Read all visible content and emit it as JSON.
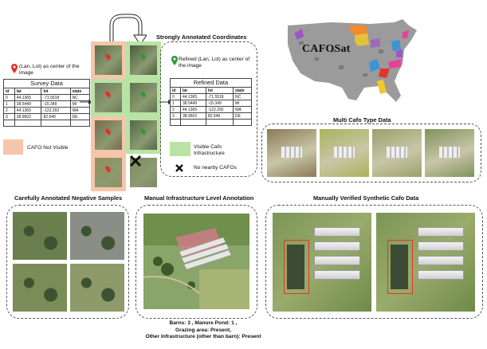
{
  "top_left": {
    "pin_label_left": "(Lan, Lot) as center of the image",
    "survey_title": "Survey Data",
    "refined_title": "Refined Data",
    "columns": [
      "id",
      "lat",
      "lot",
      "state"
    ],
    "survey_rows": [
      [
        "0",
        "44.1365",
        "-71.5518",
        "NC"
      ],
      [
        "1",
        "38.5449",
        "-15.349",
        "MI"
      ],
      [
        "2",
        "44.1365",
        "-122.292",
        "WA"
      ],
      [
        "3",
        "38.9602",
        "82.949",
        "DE"
      ]
    ],
    "refined_rows": [
      [
        "0",
        "44.1365",
        "-71.5518",
        "NC"
      ],
      [
        "1",
        "38.5449",
        "-15.349",
        "MI"
      ],
      [
        "2",
        "44.1365",
        "-122.292",
        "WA"
      ],
      [
        "3",
        "38.9602",
        "82.949",
        "DE"
      ]
    ],
    "strongly_title": "Strongly Annotated Coordinates",
    "pin_label_right": "Refined (Lan, Lot) as center of the image",
    "legend_not_visible": "CAFO Not Visible",
    "legend_visible": "Visible Cafo Infrastructure",
    "legend_no_nearby": "No nearby CAFOs",
    "colors": {
      "not_visible": "#f6c6ab",
      "visible": "#b9e3a4",
      "pin_red": "#e0302a",
      "pin_green": "#2e9a3a"
    }
  },
  "cafosat": {
    "logo_text": "CAFOSat",
    "colors": {
      "map_gray": "#9b9b9b",
      "orange": "#f28a2e",
      "purple": "#9e56c9",
      "blue": "#3b93d8",
      "pink": "#e8409a",
      "red": "#e3352c",
      "yellow": "#f2c92d"
    }
  },
  "multi": {
    "title": "Multi Cafo Type Data"
  },
  "negatives": {
    "title": "Carefully Annotated Negative Samples"
  },
  "manual": {
    "title": "Manual Infrastructure Level Annotation",
    "caption_line1": "Barns: 3 , Manure Pond: 1 ,",
    "caption_line2": "Grazing area: Present,",
    "caption_line3": "Other Infrastructure (other than barn): Present"
  },
  "synthetic": {
    "title": "Manually Verified Synthetic Cafo Data"
  }
}
